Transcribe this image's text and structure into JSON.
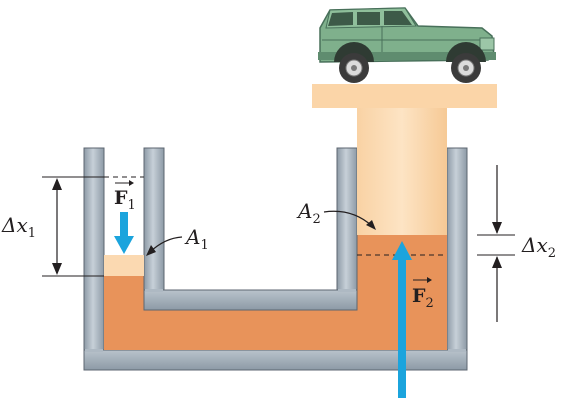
{
  "labels": {
    "dx1_main": "Δx",
    "dx1_sub": "1",
    "dx2_main": "Δx",
    "dx2_sub": "2",
    "f1_main": "F",
    "f1_sub": "1",
    "f2_main": "F",
    "f2_sub": "2",
    "a1_main": "A",
    "a1_sub": "1",
    "a2_main": "A",
    "a2_sub": "2"
  },
  "colors": {
    "fluid": "#e8935a",
    "fluid_top": "#f6cf9c",
    "piston": "#fbd9b1",
    "wall_fill": "#aeb9c3",
    "wall_edge": "#5c6670",
    "force_arrow": "#1ba4dd",
    "car_body": "#7fb08c",
    "car_dark": "#48705a"
  },
  "icons": {
    "car": "car-icon",
    "force_1": "arrow-down-icon",
    "force_2": "arrow-up-icon"
  }
}
